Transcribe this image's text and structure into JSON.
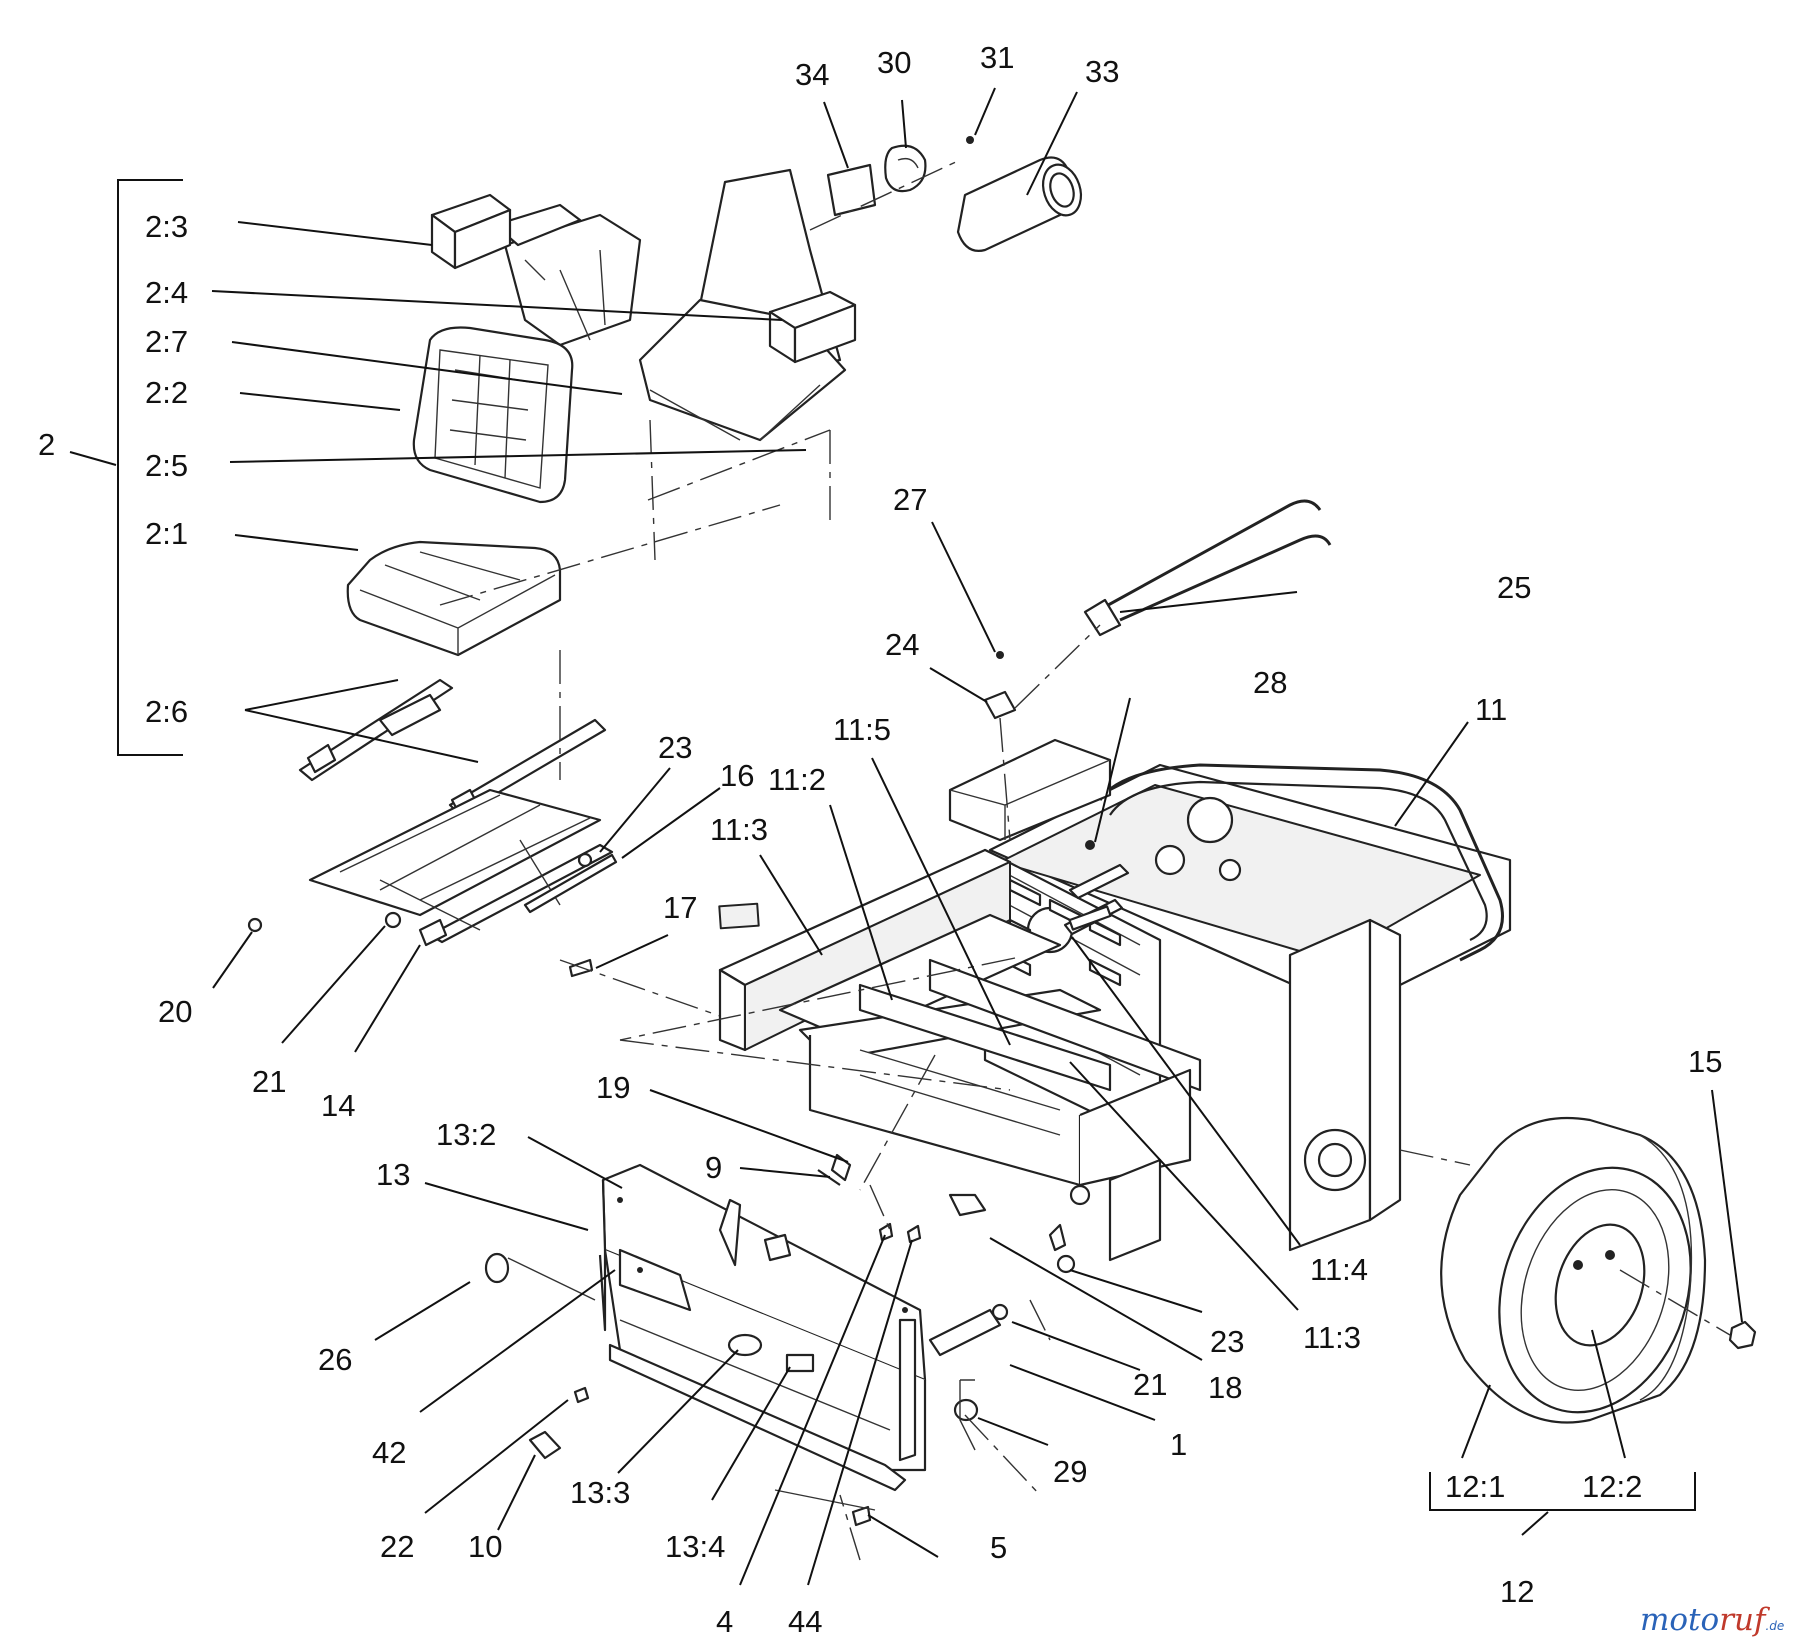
{
  "labels": {
    "2": "2",
    "2_1": "2:1",
    "2_2": "2:2",
    "2_3": "2:3",
    "2_4": "2:4",
    "2_5": "2:5",
    "2_6": "2:6",
    "2_7": "2:7",
    "34": "34",
    "30": "30",
    "31": "31",
    "33": "33",
    "27": "27",
    "24": "24",
    "25": "25",
    "28": "28",
    "11": "11",
    "11_2": "11:2",
    "11_3a": "11:3",
    "11_3b": "11:3",
    "11_4": "11:4",
    "11_5": "11:5",
    "23a": "23",
    "23b": "23",
    "16": "16",
    "17": "17",
    "20": "20",
    "21a": "21",
    "21b": "21",
    "14": "14",
    "19": "19",
    "9": "9",
    "13": "13",
    "13_2": "13:2",
    "13_3": "13:3",
    "13_4": "13:4",
    "26": "26",
    "42": "42",
    "22": "22",
    "10": "10",
    "4": "4",
    "44": "44",
    "5": "5",
    "29": "29",
    "1": "1",
    "18": "18",
    "15": "15",
    "12": "12",
    "12_1": "12:1",
    "12_2": "12:2"
  },
  "watermark": {
    "part_a": "moto",
    "part_b": "ruf",
    "suffix": ".de"
  }
}
